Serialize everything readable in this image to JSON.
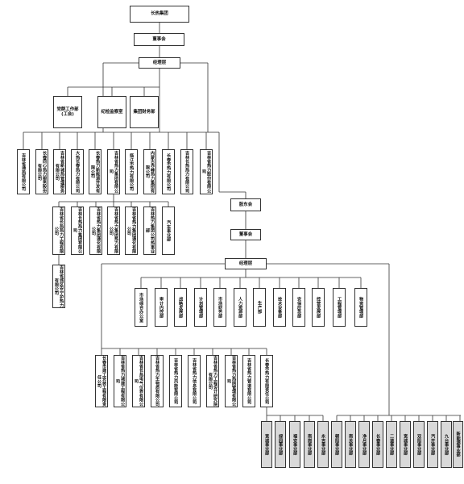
{
  "top": {
    "group": "长热集团",
    "board": "董事会",
    "management": "经理层",
    "party_office": "党群工作部(工会)",
    "discipline_office": "纪检监察室",
    "finance_office": "集团财务部"
  },
  "group_companies": [
    "吉林省通热有限公司",
    "长春同心热力服务股份有限公司",
    "吉林省新城热管理服务有限公司",
    "大热长春热力有限公司",
    "长春热力新能源开发有限公司",
    "吉林省热力集团有限公司",
    "临江市热力有限公司",
    "内蒙古赤峰热力集团有限公司",
    "长春市热力有限公司",
    "吉林长热热力有限公司",
    "吉林省热力股份有限公司"
  ],
  "sub_companies": [
    "吉林省长热热力工程有限公司",
    "吉林长热热力集团有限公司",
    "吉林省热力集团通化有限公司",
    "吉林省热力集团热力有限公司",
    "吉林省热力集团通化有限公司",
    "吉林热力集团公司热事业部",
    "汽车事业部"
  ],
  "sub_sub_company": "吉林省城区安宁护热力有限公司",
  "ltd": {
    "board": "股东会",
    "sub_board": "董事会",
    "management": "经理层"
  },
  "departments": [
    "市场综合办公室",
    "审计内控部",
    "战略发展部",
    "计划管理部",
    "市场财务部",
    "人力资源部",
    "生产部",
    "技术设备部",
    "安保应急部",
    "经营发展部",
    "工程管理部",
    "物资管理部"
  ],
  "ltd_companies": [
    "长春市建工安装工程有限责任公司",
    "吉林省热力城建工程有限公司",
    "吉林省长热电气仪表有限公司",
    "吉林省热力生物质有限公司",
    "吉林省热力风能有限公司",
    "吉林省热力信息有限公司",
    "吉林省热力工程设计研究院有限公司",
    "吉林省热力热网管理有限公司",
    "吉林省热力管道有限公司",
    "长春市热力有限责任公司"
  ],
  "branches_left": [
    "宽城事业部",
    "绿园事业部",
    "福安事业部",
    "南岗事业部",
    "永吉事业部"
  ],
  "branches_right": [
    "朝阳事业部",
    "南关事业部",
    "净月事业部",
    "长春事业部",
    "二道事业部",
    "宽城事业部",
    "双阳事业部",
    "汽开事业部",
    "九台事业部",
    "新能源事业部"
  ]
}
